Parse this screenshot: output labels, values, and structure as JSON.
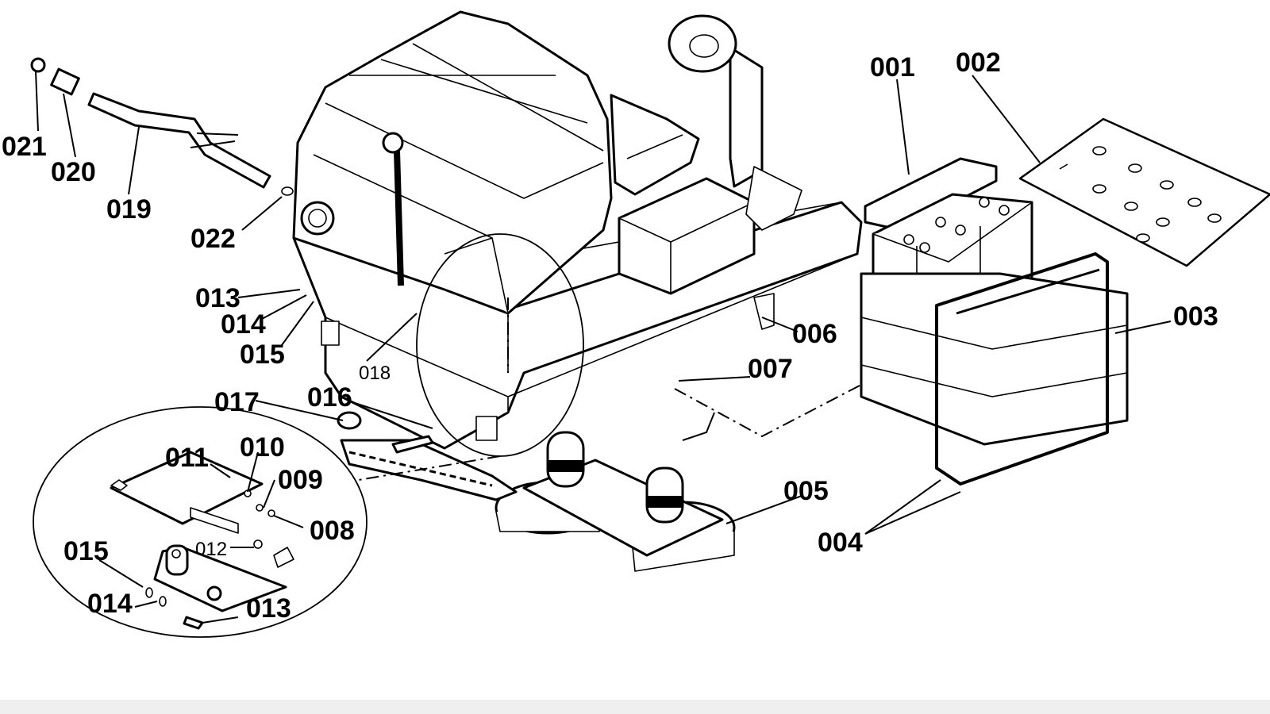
{
  "figure": {
    "labels": {
      "p001": "001",
      "p002": "002",
      "p003": "003",
      "p004": "004",
      "p005": "005",
      "p006": "006",
      "p007": "007",
      "p008": "008",
      "p009": "009",
      "p010": "010",
      "p011": "011",
      "p012": "012",
      "p013a": "013",
      "p013b": "013",
      "p014a": "014",
      "p014b": "014",
      "p015a": "015",
      "p015b": "015",
      "p016": "016",
      "p017": "017",
      "p018": "018",
      "p019": "019",
      "p020": "020",
      "p021": "021",
      "p022": "022"
    }
  }
}
